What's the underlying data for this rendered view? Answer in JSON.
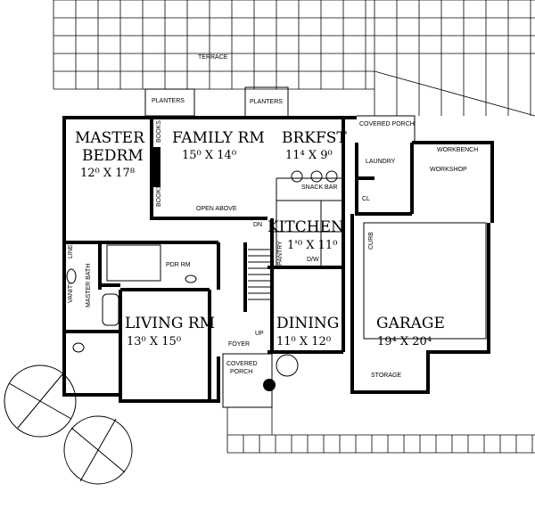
{
  "plan": {
    "terrace": "TERRACE",
    "planters": [
      "PLANTERS",
      "PLANTERS"
    ],
    "rooms": [
      {
        "name": "MASTER",
        "name2": "BEDRM",
        "dim": "12⁰ X 17⁸"
      },
      {
        "name": "FAMILY RM",
        "dim": "15⁰ X 14⁰"
      },
      {
        "name": "BRKFST",
        "dim": "11⁴ X 9⁰"
      },
      {
        "name": "KITCHEN",
        "dim": "1'⁰ X 11⁰"
      },
      {
        "name": "LIVING RM",
        "dim": "13⁰ X 15⁰"
      },
      {
        "name": "DINING",
        "dim": "11⁰ X 12⁰"
      },
      {
        "name": "GARAGE",
        "dim": "19⁴ X 20⁴"
      }
    ],
    "labels": {
      "covered_porch_back": "COVERED PORCH",
      "covered_porch_front_1": "COVERED",
      "covered_porch_front_2": "PORCH",
      "laundry": "LAUNDRY",
      "workshop": "WORKSHOP",
      "workbench": "WORKBENCH",
      "closet": "CL",
      "snack_bar": "SNACK BAR",
      "open_above": "OPEN ABOVE",
      "books_1": "BOOKS",
      "books_2": "BOOKS",
      "down": "DN",
      "pantry": "PANTRY",
      "dw": "D/W",
      "powder_room": "PDR RM",
      "linen": "LINEN",
      "vanity": "VANITY",
      "master_bath": "MASTER BATH",
      "foyer": "FOYER",
      "up": "UP",
      "storage": "STORAGE",
      "curb": "CURB"
    }
  }
}
